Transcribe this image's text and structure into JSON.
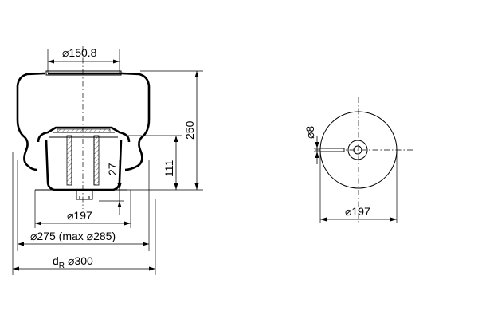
{
  "labels": {
    "top_diameter": "⌀150.8",
    "height_total": "250",
    "height_mid": "111",
    "height_inner": "27",
    "base_diameter": "⌀197",
    "max_diameter": "⌀275 (max ⌀285)",
    "dr_symbol": "d",
    "dr_sub": "R",
    "dr_value": "⌀300",
    "hole_diameter": "⌀8",
    "plate_diameter": "⌀197"
  }
}
